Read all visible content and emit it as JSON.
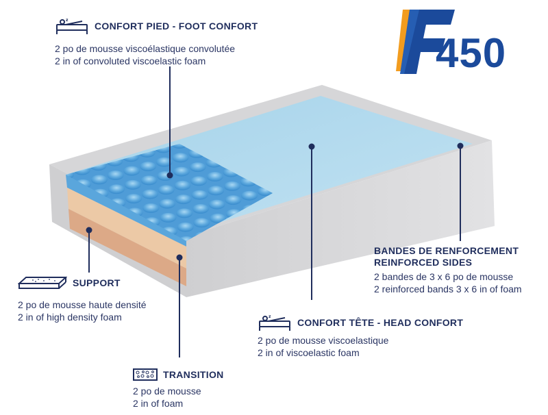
{
  "brand": {
    "letter": "F",
    "number": "450",
    "colors": {
      "blue": "#1b4a9b",
      "orange": "#f29c1f"
    }
  },
  "callouts": {
    "foot": {
      "title": "CONFORT PIED - FOOT CONFORT",
      "line_fr": "2 po de mousse viscoélastique convolutée",
      "line_en": "2 in of convoluted viscoelastic foam",
      "icon": "bed-icon"
    },
    "sides": {
      "title_fr": "BANDES DE RENFORCEMENT",
      "title_en": "REINFORCED SIDES",
      "line_fr": "2 bandes de 3 x 6 po de mousse",
      "line_en": "2 reinforced bands 3 x 6 in of foam"
    },
    "support": {
      "title": "SUPPORT",
      "line_fr": "2 po de mousse haute densité",
      "line_en": "2 in of high density foam",
      "icon": "foam-block-icon"
    },
    "head": {
      "title": "CONFORT TÊTE - HEAD CONFORT",
      "line_fr": "2 po de mousse viscoelastique",
      "line_en": "2 in of viscoelastic foam",
      "icon": "bed-icon"
    },
    "transition": {
      "title": "TRANSITION",
      "line_fr": "2 po de mousse",
      "line_en": "2 in of foam",
      "icon": "foam-texture-icon"
    }
  },
  "colors": {
    "navy": "#1f2d5c",
    "mattress_side": "#d4d4d6",
    "mattress_top": "#cfd0d2",
    "viscoelastic": "#a9d6ec",
    "convoluted": "#6fb3e3",
    "transition": "#e8c6a3",
    "support": "#dfab86"
  }
}
